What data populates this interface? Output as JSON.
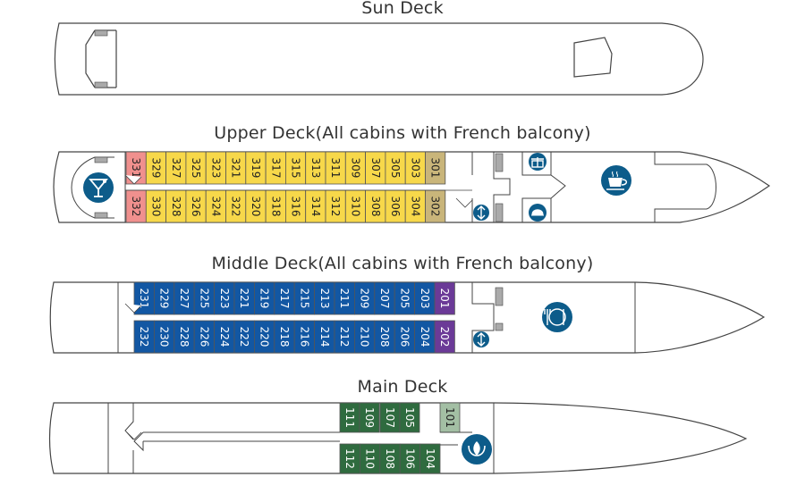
{
  "decks": {
    "sun": {
      "title": "Sun Deck"
    },
    "upper": {
      "title": "Upper Deck(All cabins with French balcony)"
    },
    "middle": {
      "title": "Middle Deck(All cabins with French balcony)"
    },
    "main": {
      "title": "Main Deck"
    }
  },
  "cabins": {
    "upper_top": [
      "331",
      "329",
      "327",
      "325",
      "323",
      "321",
      "319",
      "317",
      "315",
      "313",
      "311",
      "309",
      "307",
      "305",
      "303",
      "301"
    ],
    "upper_bottom": [
      "332",
      "330",
      "328",
      "326",
      "324",
      "322",
      "320",
      "318",
      "316",
      "314",
      "312",
      "310",
      "308",
      "306",
      "304",
      "302"
    ],
    "middle_top": [
      "231",
      "229",
      "227",
      "225",
      "223",
      "221",
      "219",
      "217",
      "215",
      "213",
      "211",
      "209",
      "207",
      "205",
      "203",
      "201"
    ],
    "middle_bottom": [
      "232",
      "230",
      "228",
      "226",
      "224",
      "222",
      "220",
      "218",
      "216",
      "214",
      "212",
      "210",
      "208",
      "206",
      "204",
      "202"
    ],
    "main_top": [
      "111",
      "109",
      "107",
      "105",
      "101"
    ],
    "main_bottom": [
      "112",
      "110",
      "108",
      "106",
      "104"
    ]
  },
  "colors": {
    "upper_cabin": "#f7d84a",
    "upper_end": "#f0908e",
    "upper_premium": "#c9b57a",
    "middle_cabin": "#1257a3",
    "middle_premium": "#6b3a97",
    "main_cabin": "#2f6b3f",
    "main_premium": "#a3bfa4",
    "icon_blue": "#0d5c8a",
    "outline": "#444444"
  },
  "icons": [
    "cocktail-icon",
    "gift-icon",
    "coffee-icon",
    "room-service-icon",
    "elevator-icon",
    "restaurant-icon",
    "spa-lotus-icon"
  ]
}
